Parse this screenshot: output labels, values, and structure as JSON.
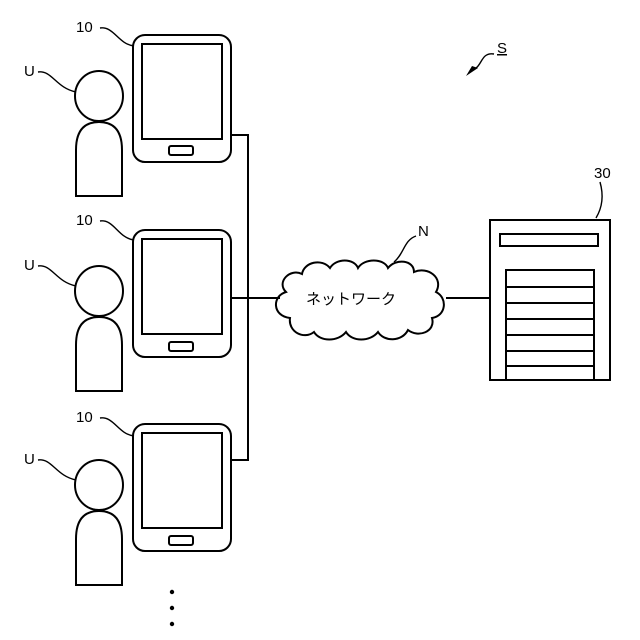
{
  "system_label": "S",
  "user_label": "U",
  "terminal_label": "10",
  "network_label": "N",
  "network_text": "ネットワーク",
  "server_label": "30",
  "ellipsis": "⋮",
  "icons": {
    "user": "person-icon",
    "terminal": "tablet-icon",
    "network": "cloud-icon",
    "server": "server-icon"
  }
}
